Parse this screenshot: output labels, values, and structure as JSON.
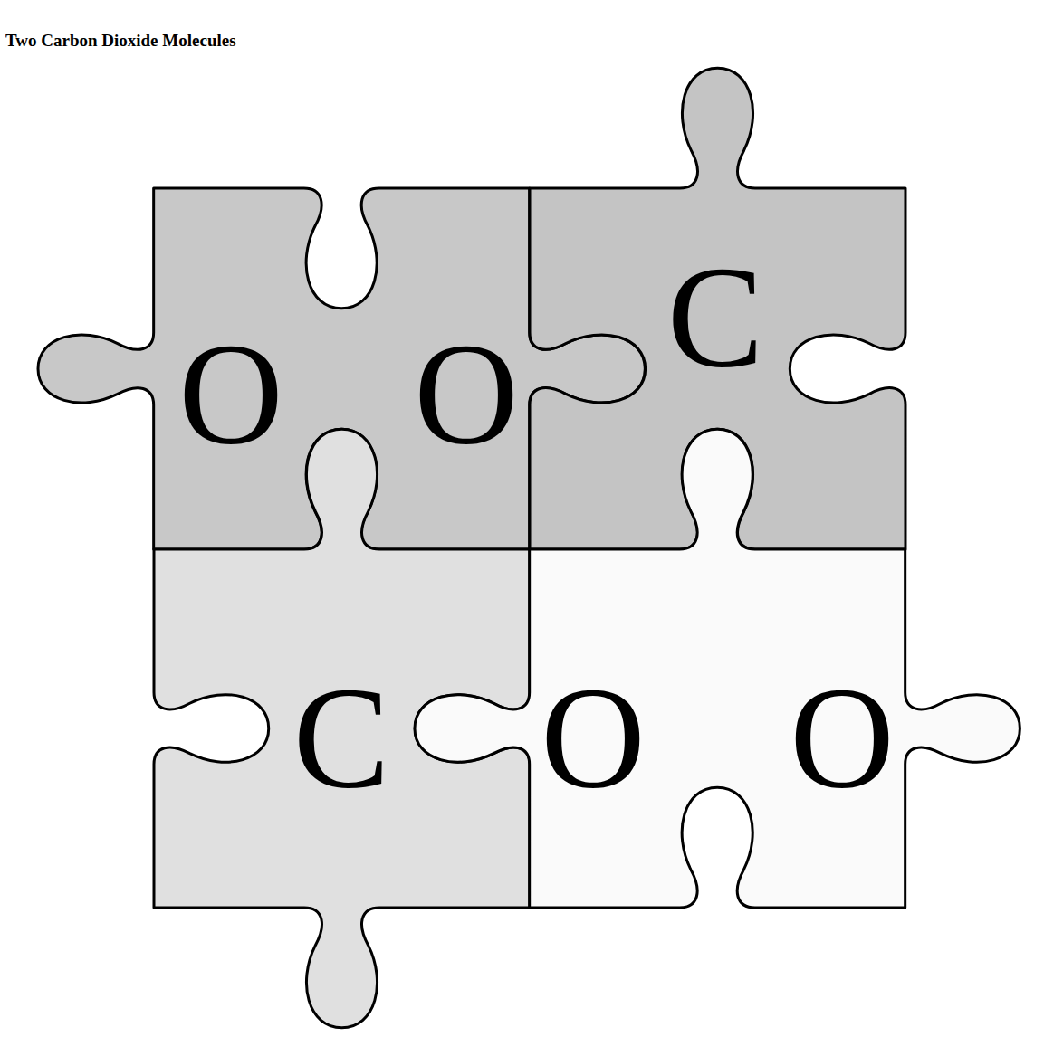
{
  "diagram": {
    "title": "Two Carbon Dioxide Molecules",
    "nodes": [
      {
        "text": [
          "O",
          "O"
        ]
      },
      {
        "text": [
          "C"
        ]
      },
      {
        "text": [
          "C"
        ]
      },
      {
        "text": [
          "O",
          "O"
        ]
      }
    ]
  }
}
